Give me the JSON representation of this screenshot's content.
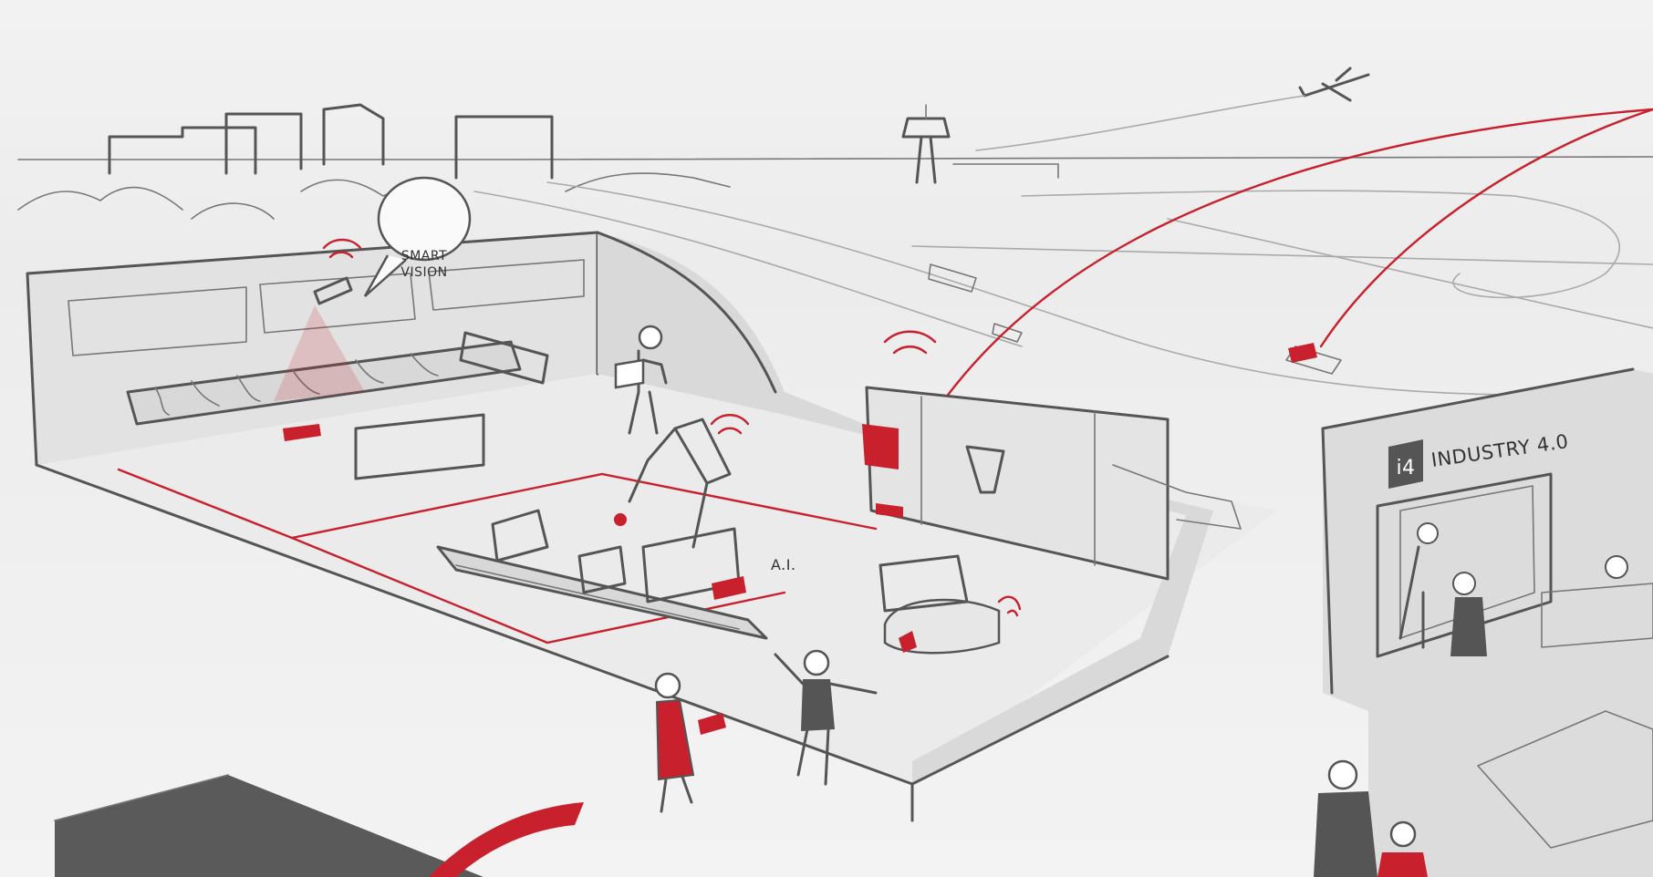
{
  "speech_bubble": {
    "line1": "SMART",
    "line2": "VISION"
  },
  "ai_label": "A.I.",
  "building_sign": {
    "logo": "i4",
    "text": "INDUSTRY 4.0"
  },
  "colors": {
    "accent": "#c8202c",
    "ink": "#555555",
    "paper": "#f2f2f2",
    "wall": "#e2e2e2",
    "floor": "#e9e9e9"
  }
}
